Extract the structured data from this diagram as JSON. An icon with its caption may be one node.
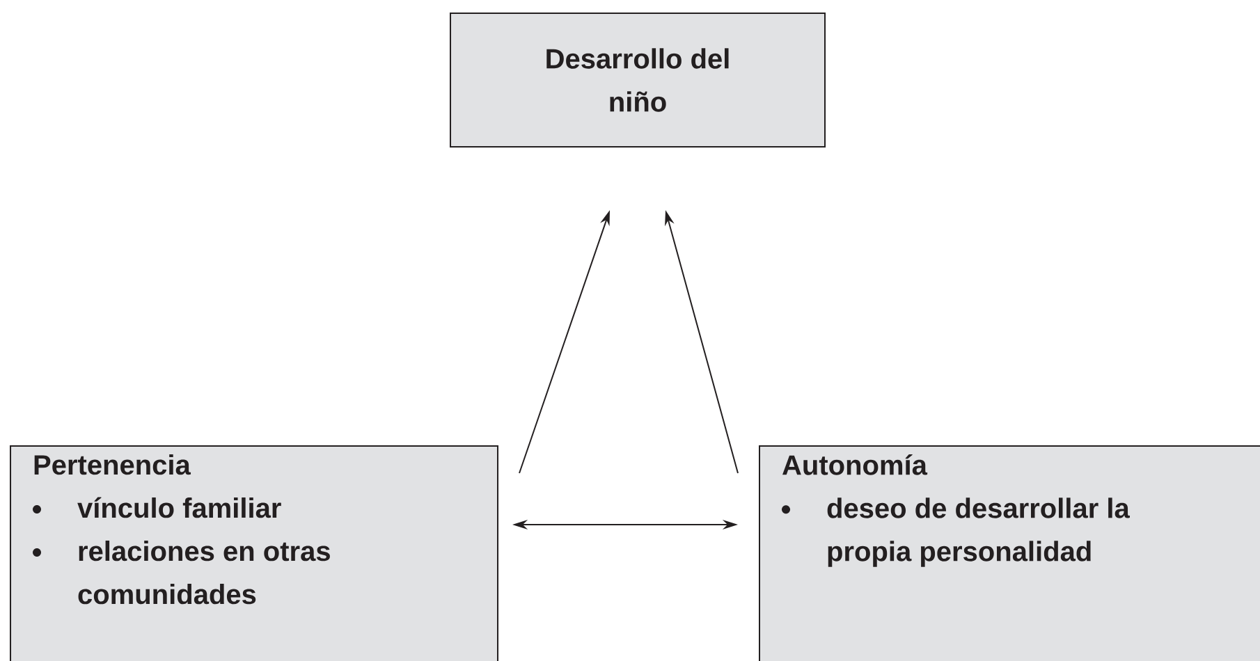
{
  "diagram": {
    "nodes": [
      {
        "text": [
          "Desarrollo del niño"
        ]
      },
      {
        "text": [
          "Pertenencia",
          "vínculo familiar",
          "relaciones en otras comunidades"
        ]
      },
      {
        "text": [
          "Autonomía",
          "deseo de desarrollar la propia personalidad"
        ]
      }
    ],
    "edges": [
      {
        "from": 1,
        "to": 0,
        "arrow": "to"
      },
      {
        "from": 2,
        "to": 0,
        "arrow": "to"
      },
      {
        "from": 1,
        "to": 2,
        "arrow": "both"
      }
    ]
  }
}
